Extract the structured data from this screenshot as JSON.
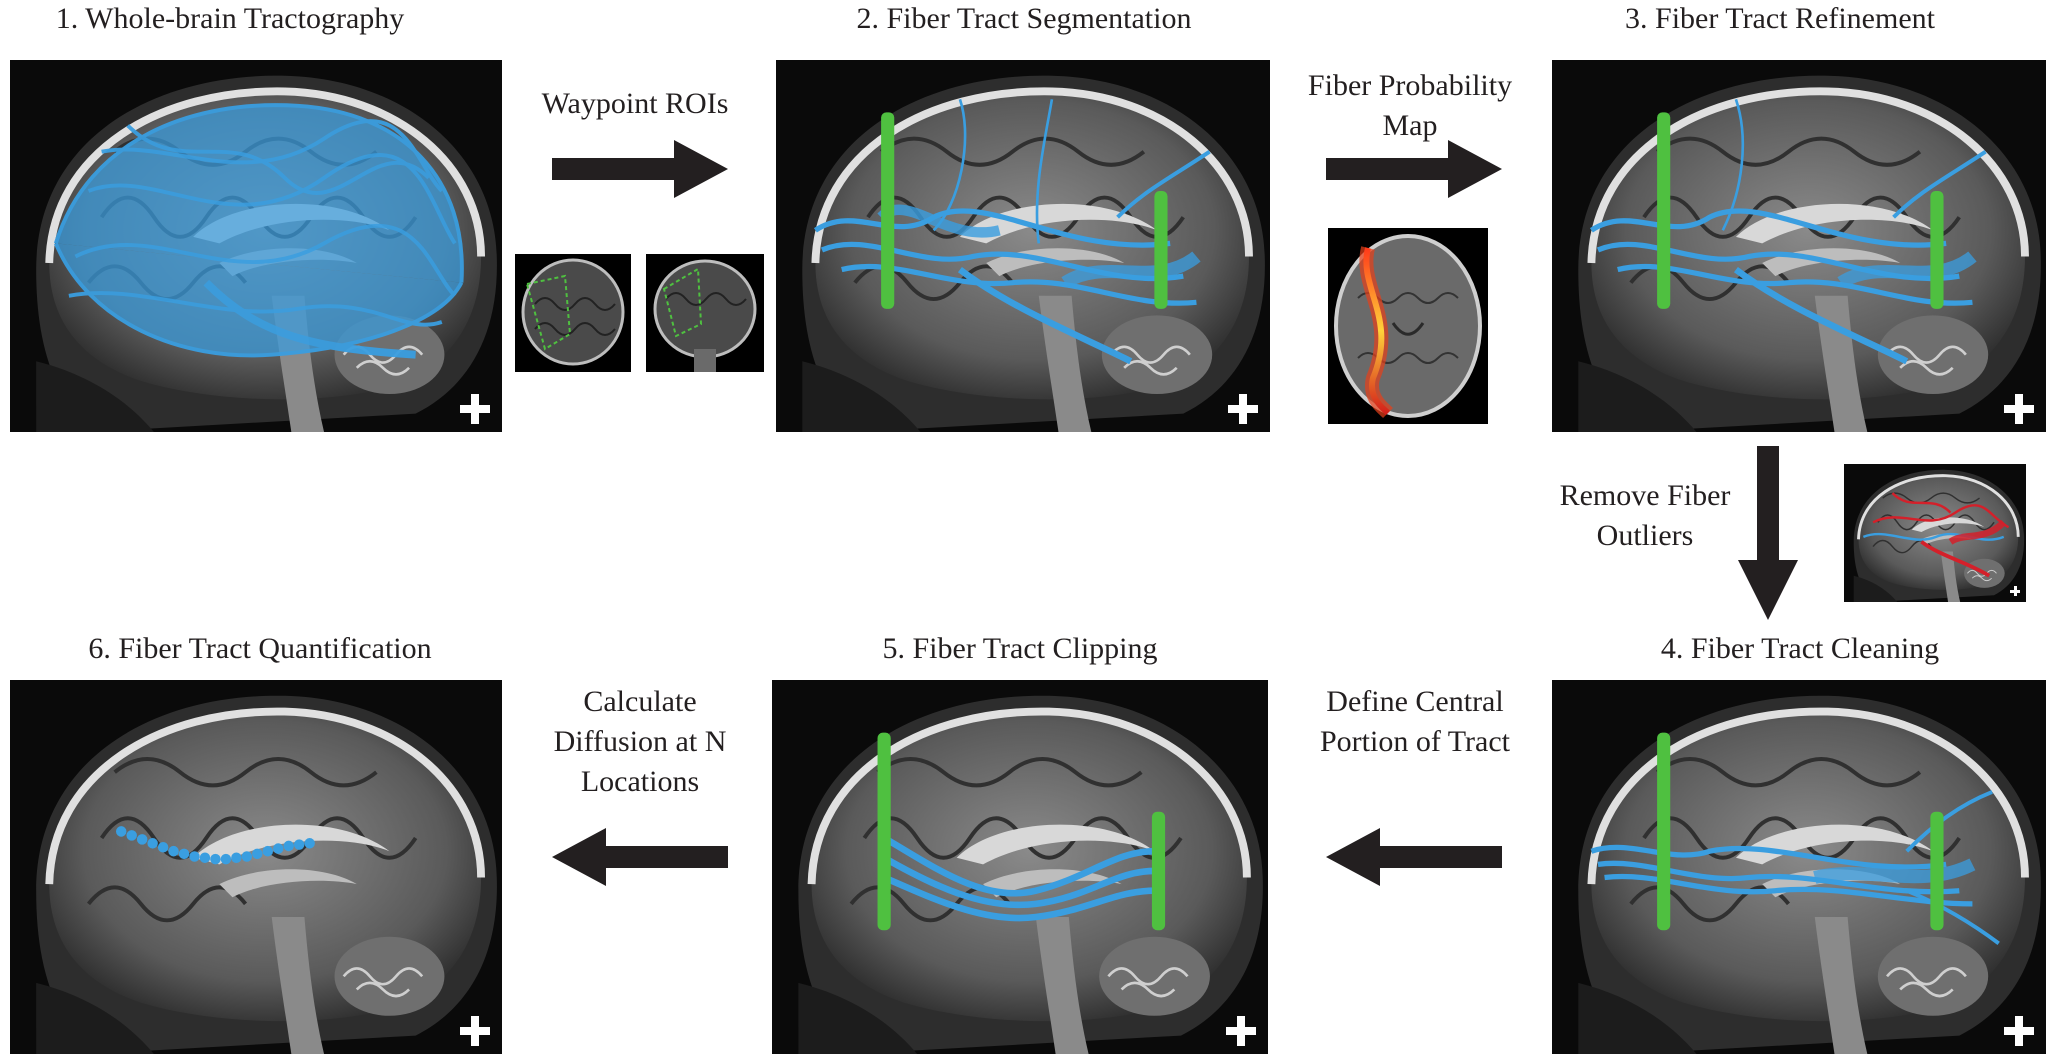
{
  "steps": [
    {
      "id": 1,
      "title": "1. Whole-brain Tractography"
    },
    {
      "id": 2,
      "title": "2. Fiber Tract Segmentation"
    },
    {
      "id": 3,
      "title": "3. Fiber Tract Refinement"
    },
    {
      "id": 4,
      "title": "4. Fiber Tract Cleaning"
    },
    {
      "id": 5,
      "title": "5. Fiber Tract Clipping"
    },
    {
      "id": 6,
      "title": "6. Fiber Tract Quantification"
    }
  ],
  "transitions": {
    "t12": {
      "line1": "Waypoint ROIs"
    },
    "t23": {
      "line1": "Fiber Probability",
      "line2": "Map"
    },
    "t34": {
      "line1": "Remove Fiber",
      "line2": "Outliers"
    },
    "t45": {
      "line1": "Define Central",
      "line2": "Portion of Tract"
    },
    "t56": {
      "line1": "Calculate",
      "line2": "Diffusion at N",
      "line3": "Locations"
    }
  },
  "colors": {
    "fiber": "#3a9ee0",
    "roi": "#4fc040",
    "arrow": "#231f20",
    "outlier": "#d4202a",
    "probability": "#e8401a"
  },
  "icons": {
    "corner_marker": "plus-icon"
  }
}
